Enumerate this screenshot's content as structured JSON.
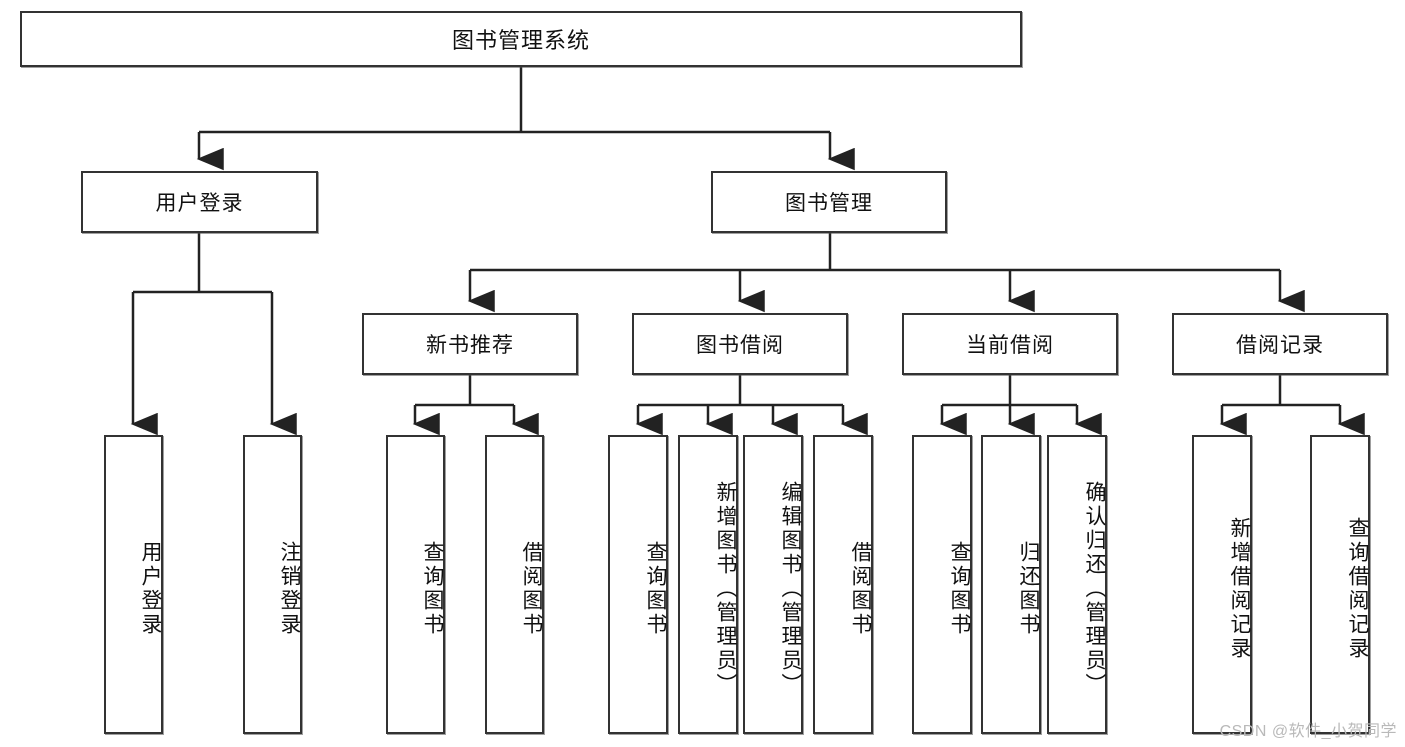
{
  "diagram": {
    "type": "tree",
    "title": "图书管理系统",
    "root": {
      "id": "root",
      "label": "图书管理系统"
    },
    "level2": [
      {
        "id": "user-login",
        "label": "用户登录"
      },
      {
        "id": "book-manage",
        "label": "图书管理"
      }
    ],
    "level3": [
      {
        "id": "new-book-rec",
        "label": "新书推荐",
        "parent": "book-manage"
      },
      {
        "id": "book-borrow",
        "label": "图书借阅",
        "parent": "book-manage"
      },
      {
        "id": "current-borrow",
        "label": "当前借阅",
        "parent": "book-manage"
      },
      {
        "id": "borrow-record",
        "label": "借阅记录",
        "parent": "book-manage"
      }
    ],
    "leaves": [
      {
        "id": "leaf-user-login",
        "label": "用户登录",
        "parent": "user-login"
      },
      {
        "id": "leaf-user-logout",
        "label": "注销登录",
        "parent": "user-login"
      },
      {
        "id": "leaf-query-book-1",
        "label": "查询图书",
        "parent": "new-book-rec"
      },
      {
        "id": "leaf-borrow-book-1",
        "label": "借阅图书",
        "parent": "new-book-rec"
      },
      {
        "id": "leaf-query-book-2",
        "label": "查询图书",
        "parent": "book-borrow"
      },
      {
        "id": "leaf-add-book",
        "label": "新增图书（管理员）",
        "parent": "book-borrow"
      },
      {
        "id": "leaf-edit-book",
        "label": "编辑图书（管理员）",
        "parent": "book-borrow"
      },
      {
        "id": "leaf-borrow-book-2",
        "label": "借阅图书",
        "parent": "book-borrow"
      },
      {
        "id": "leaf-query-book-3",
        "label": "查询图书",
        "parent": "current-borrow"
      },
      {
        "id": "leaf-return-book",
        "label": "归还图书",
        "parent": "current-borrow"
      },
      {
        "id": "leaf-confirm-return",
        "label": "确认归还（管理员）",
        "parent": "current-borrow"
      },
      {
        "id": "leaf-add-record",
        "label": "新增借阅记录",
        "parent": "borrow-record"
      },
      {
        "id": "leaf-query-record",
        "label": "查询借阅记录",
        "parent": "borrow-record"
      }
    ],
    "colors": {
      "box_border": "#333333",
      "box_fill": "#ffffff",
      "connector": "#222222",
      "text": "#111111",
      "watermark": "#b9b9b9"
    }
  },
  "watermark": {
    "text": "CSDN @软件_小贺同学"
  }
}
